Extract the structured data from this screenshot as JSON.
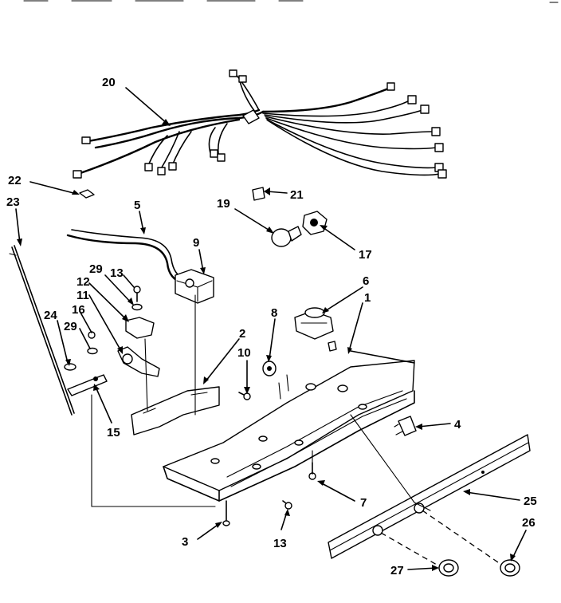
{
  "diagram": {
    "callouts": [
      {
        "id": "20",
        "text": "20"
      },
      {
        "id": "22",
        "text": "22"
      },
      {
        "id": "23",
        "text": "23"
      },
      {
        "id": "5",
        "text": "5"
      },
      {
        "id": "9",
        "text": "9"
      },
      {
        "id": "19",
        "text": "19"
      },
      {
        "id": "21",
        "text": "21"
      },
      {
        "id": "17",
        "text": "17"
      },
      {
        "id": "29a",
        "text": "29"
      },
      {
        "id": "13a",
        "text": "13"
      },
      {
        "id": "12",
        "text": "12"
      },
      {
        "id": "11",
        "text": "11"
      },
      {
        "id": "16",
        "text": "16"
      },
      {
        "id": "29b",
        "text": "29"
      },
      {
        "id": "24",
        "text": "24"
      },
      {
        "id": "6",
        "text": "6"
      },
      {
        "id": "8",
        "text": "8"
      },
      {
        "id": "1",
        "text": "1"
      },
      {
        "id": "2",
        "text": "2"
      },
      {
        "id": "10",
        "text": "10"
      },
      {
        "id": "15",
        "text": "15"
      },
      {
        "id": "4",
        "text": "4"
      },
      {
        "id": "7",
        "text": "7"
      },
      {
        "id": "25",
        "text": "25"
      },
      {
        "id": "26",
        "text": "26"
      },
      {
        "id": "3",
        "text": "3"
      },
      {
        "id": "13b",
        "text": "13"
      },
      {
        "id": "27",
        "text": "27"
      }
    ]
  }
}
